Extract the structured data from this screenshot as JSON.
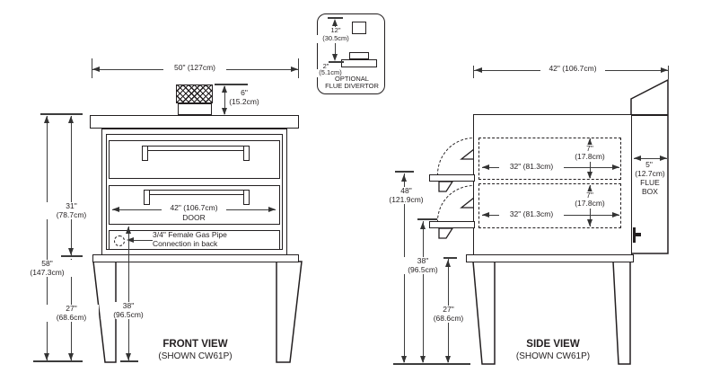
{
  "front": {
    "title": "FRONT VIEW",
    "subtitle": "(SHOWN CW61P)",
    "width_dim": "50\" (127cm)",
    "flue_h": [
      "6\"",
      "(15.2cm)"
    ],
    "total_h": [
      "58\"",
      "(147.3cm)"
    ],
    "body_h": [
      "31\"",
      "(78.7cm)"
    ],
    "leg_h": [
      "27\"",
      "(68.6cm)"
    ],
    "gas_h": [
      "38\"",
      "(96.5cm)"
    ],
    "door_dim": "42\" (106.7cm)",
    "door_word": "DOOR",
    "gas_note_1": "3/4\" Female Gas Pipe",
    "gas_note_2": "Connection in back"
  },
  "side": {
    "title": "SIDE VIEW",
    "subtitle": "(SHOWN CW61P)",
    "depth_dim": "42\" (106.7cm)",
    "deck_w": "32\" (81.3cm)",
    "deck_h": [
      "7\"",
      "(17.8cm)"
    ],
    "top_deck_h": [
      "48\"",
      "(121.9cm)"
    ],
    "low_deck_h": [
      "38\"",
      "(96.5cm)"
    ],
    "leg_h": [
      "27\"",
      "(68.6cm)"
    ],
    "flue": [
      "5\"",
      "(12.7cm)",
      "FLUE",
      "BOX"
    ]
  },
  "divertor": {
    "line1": "OPTIONAL",
    "line2": "FLUE DIVERTOR",
    "top_dim": [
      "12\"",
      "(30.5cm)"
    ],
    "gap_dim": [
      "2\"",
      "(5.1cm)"
    ]
  },
  "colors": {
    "line_work": "#231f20",
    "dimension": "#3d3d3d",
    "background": "#ffffff"
  }
}
